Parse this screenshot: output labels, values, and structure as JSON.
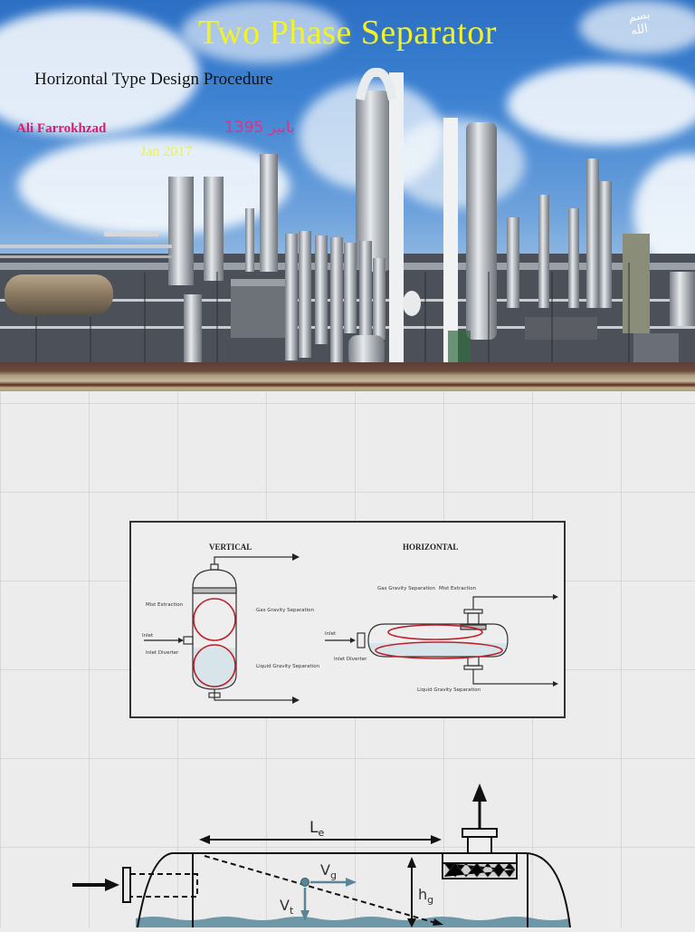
{
  "cover": {
    "title": "Two Phase Separator",
    "subtitle": "Horizontal Type Design Procedure",
    "author": "Ali Farrokhzad",
    "persian_date": "بابیر 1395",
    "date": "Jan 2017",
    "basmala_glyph": "بسم الله",
    "colors": {
      "title": "#f2f22a",
      "author": "#e0186e",
      "persian_date": "#d4368c",
      "date": "#e8ef5a"
    }
  },
  "figure1": {
    "vertical": {
      "heading": "VERTICAL",
      "labels": {
        "mist": "Mist Extraction",
        "gas": "Gas Gravity Separation",
        "inlet": "Inlet",
        "diverter": "Inlet Diverter",
        "liquid": "Liquid Gravity Separation"
      }
    },
    "horizontal": {
      "heading": "HORIZONTAL",
      "labels": {
        "gas": "Gas Gravity Separation",
        "mist": "Mist Extraction",
        "inlet": "Inlet",
        "diverter": "Inlet Diverter",
        "liquid": "Liquid Gravity Separation"
      }
    }
  },
  "figure2": {
    "labels": {
      "le": "L",
      "le_sub": "e",
      "vg": "V",
      "vg_sub": "g",
      "vt": "V",
      "vt_sub": "t",
      "hg": "h",
      "hg_sub": "g"
    }
  }
}
